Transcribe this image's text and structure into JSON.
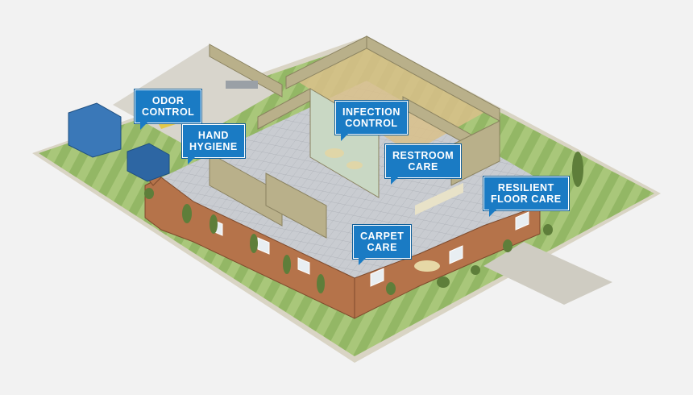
{
  "callouts": [
    {
      "id": "odor-control",
      "text": "ODOR\nCONTROL"
    },
    {
      "id": "hand-hygiene",
      "text": "HAND\nHYGIENE"
    },
    {
      "id": "infection-control",
      "text": "INFECTION\nCONTROL"
    },
    {
      "id": "restroom-care",
      "text": "RESTROOM\nCARE"
    },
    {
      "id": "resilient-floor-care",
      "text": "RESILIENT\nFLOOR CARE"
    },
    {
      "id": "carpet-care",
      "text": "CARPET\nCARE"
    }
  ],
  "colors": {
    "callout": "#1a7bc4",
    "lawn_light": "#a9c77a",
    "lawn_dark": "#8fb35f",
    "brick": "#b5734a",
    "interior_wall": "#b9b08a",
    "floor": "#c9ccd1",
    "wood_floor": "#d9c08a",
    "dumpster": "#3a78b8"
  }
}
